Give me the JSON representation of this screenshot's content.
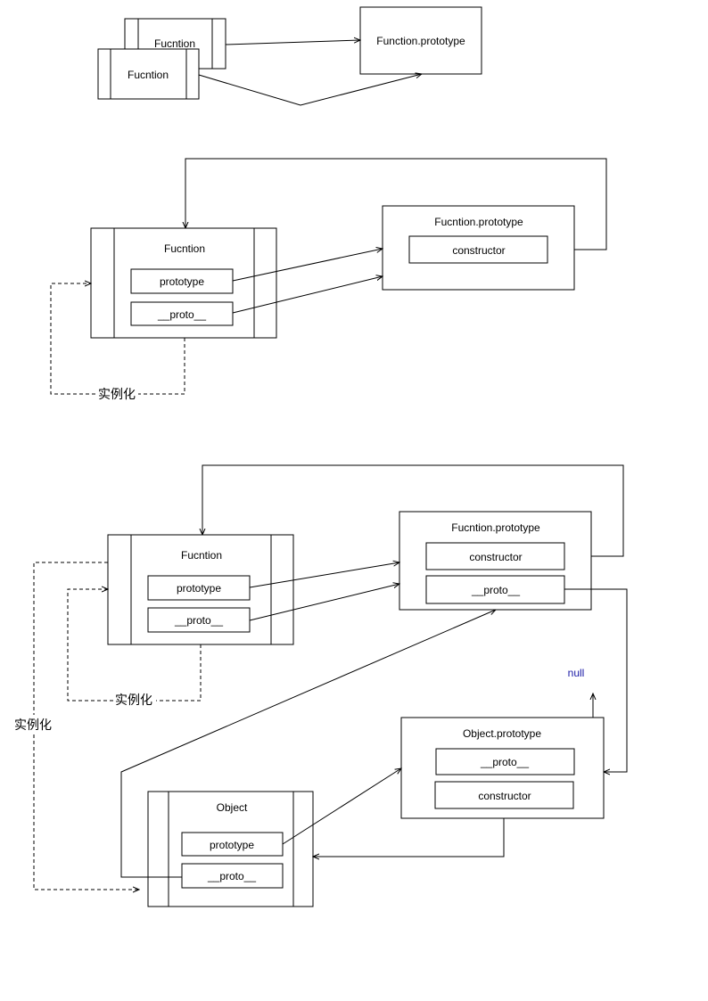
{
  "diagram1": {
    "fn_back_label": "Fucntion",
    "fn_front_label": "Fucntion",
    "fn_proto_label": "Function.prototype"
  },
  "diagram2": {
    "fn_label": "Fucntion",
    "prototype_label": "prototype",
    "proto_label": "__proto__",
    "fn_proto_title": "Fucntion.prototype",
    "constructor_label": "constructor",
    "instantiate_label": "实例化"
  },
  "diagram3": {
    "fn_label": "Fucntion",
    "prototype_label": "prototype",
    "proto_label": "__proto__",
    "fn_proto_title": "Fucntion.prototype",
    "fn_proto_constructor": "constructor",
    "fn_proto_proto": "__proto__",
    "instantiate_inner": "实例化",
    "instantiate_outer": "实例化",
    "null_label": "null",
    "obj_proto_title": "Object.prototype",
    "obj_proto_proto": "__proto__",
    "obj_proto_constructor": "constructor",
    "object_label": "Object",
    "object_prototype": "prototype",
    "object_proto": "__proto__"
  }
}
